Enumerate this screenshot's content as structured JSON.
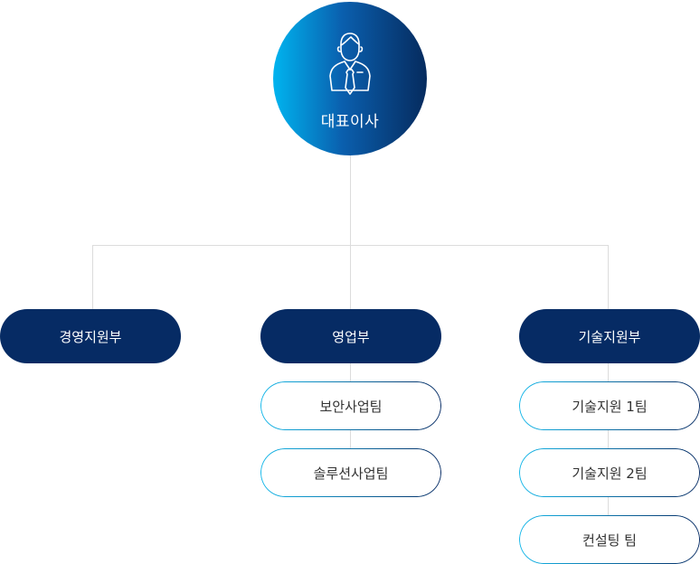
{
  "ceo": {
    "label": "대표이사",
    "icon": "businessman-icon"
  },
  "departments": [
    {
      "label": "경영지원부",
      "teams": []
    },
    {
      "label": "영업부",
      "teams": [
        "보안사업팀",
        "솔루션사업팀"
      ]
    },
    {
      "label": "기술지원부",
      "teams": [
        "기술지원 1팀",
        "기술지원 2팀",
        "컨설팅 팀"
      ]
    }
  ],
  "colors": {
    "dept_fill": "#062b64",
    "ceo_gradient_start": "#00b4ef",
    "ceo_gradient_end": "#062b5e",
    "connector": "#dcdcdc"
  }
}
